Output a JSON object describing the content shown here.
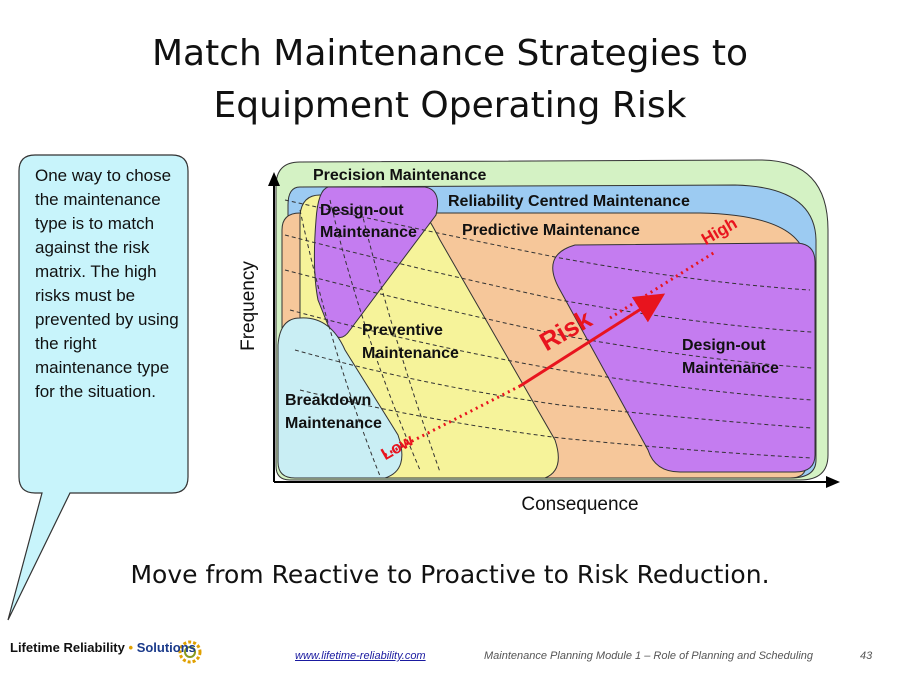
{
  "slide": {
    "title_line1": "Match Maintenance Strategies to",
    "title_line2": "Equipment Operating Risk",
    "tagline": "Move from Reactive to Proactive to Risk Reduction."
  },
  "callout": {
    "text": "One way to chose the maintenance type is to match against the risk matrix. The high risks must be prevented by using the right maintenance type for the situation."
  },
  "diagram": {
    "y_axis_label": "Frequency",
    "x_axis_label": "Consequence",
    "regions": {
      "precision": "Precision Maintenance",
      "rcm": "Reliability Centred Maintenance",
      "design_out_top_line1": "Design-out",
      "design_out_top_line2": "Maintenance",
      "predictive": "Predictive Maintenance",
      "preventive_line1": "Preventive",
      "preventive_line2": "Maintenance",
      "breakdown_line1": "Breakdown",
      "breakdown_line2": "Maintenance",
      "design_out_right_line1": "Design-out",
      "design_out_right_line2": "Maintenance"
    },
    "risk": {
      "label": "Risk",
      "low": "Low",
      "high": "High"
    },
    "colors": {
      "precision": "#d4f2c4",
      "rcm": "#9ccbf2",
      "predictive": "#f6c79a",
      "preventive": "#f6f39a",
      "design_out": "#c47cf0",
      "breakdown": "#c9eef4",
      "risk": "#e8141e",
      "callout": "#c8f4fb"
    }
  },
  "footer": {
    "logo_part1": "Lifetime Reliability",
    "logo_part2": "Solutions",
    "url": "www.lifetime-reliability.com",
    "module": "Maintenance Planning Module 1 – Role of Planning and Scheduling",
    "page": "43"
  }
}
